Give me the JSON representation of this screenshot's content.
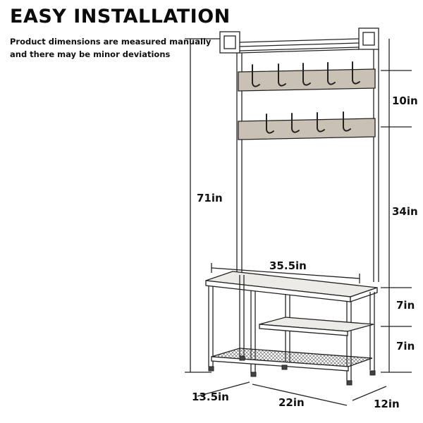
{
  "header": {
    "title": "EASY INSTALLATION",
    "note_line1": "Product dimensions are measured manually",
    "note_line2": "and there may be minor deviations"
  },
  "dimensions": {
    "total_height": "71in",
    "hook_spacing": "10in",
    "upper_height": "34in",
    "bench_width": "35.5in",
    "shelf_gap_top": "7in",
    "shelf_gap_bottom": "7in",
    "side_depth": "13.5in",
    "front_width": "22in",
    "base_depth": "12in"
  },
  "illustration": {
    "subject": "hall tree coat rack with shoe bench",
    "colors": {
      "line": "#222222",
      "wood": "#c8c1b4"
    }
  }
}
